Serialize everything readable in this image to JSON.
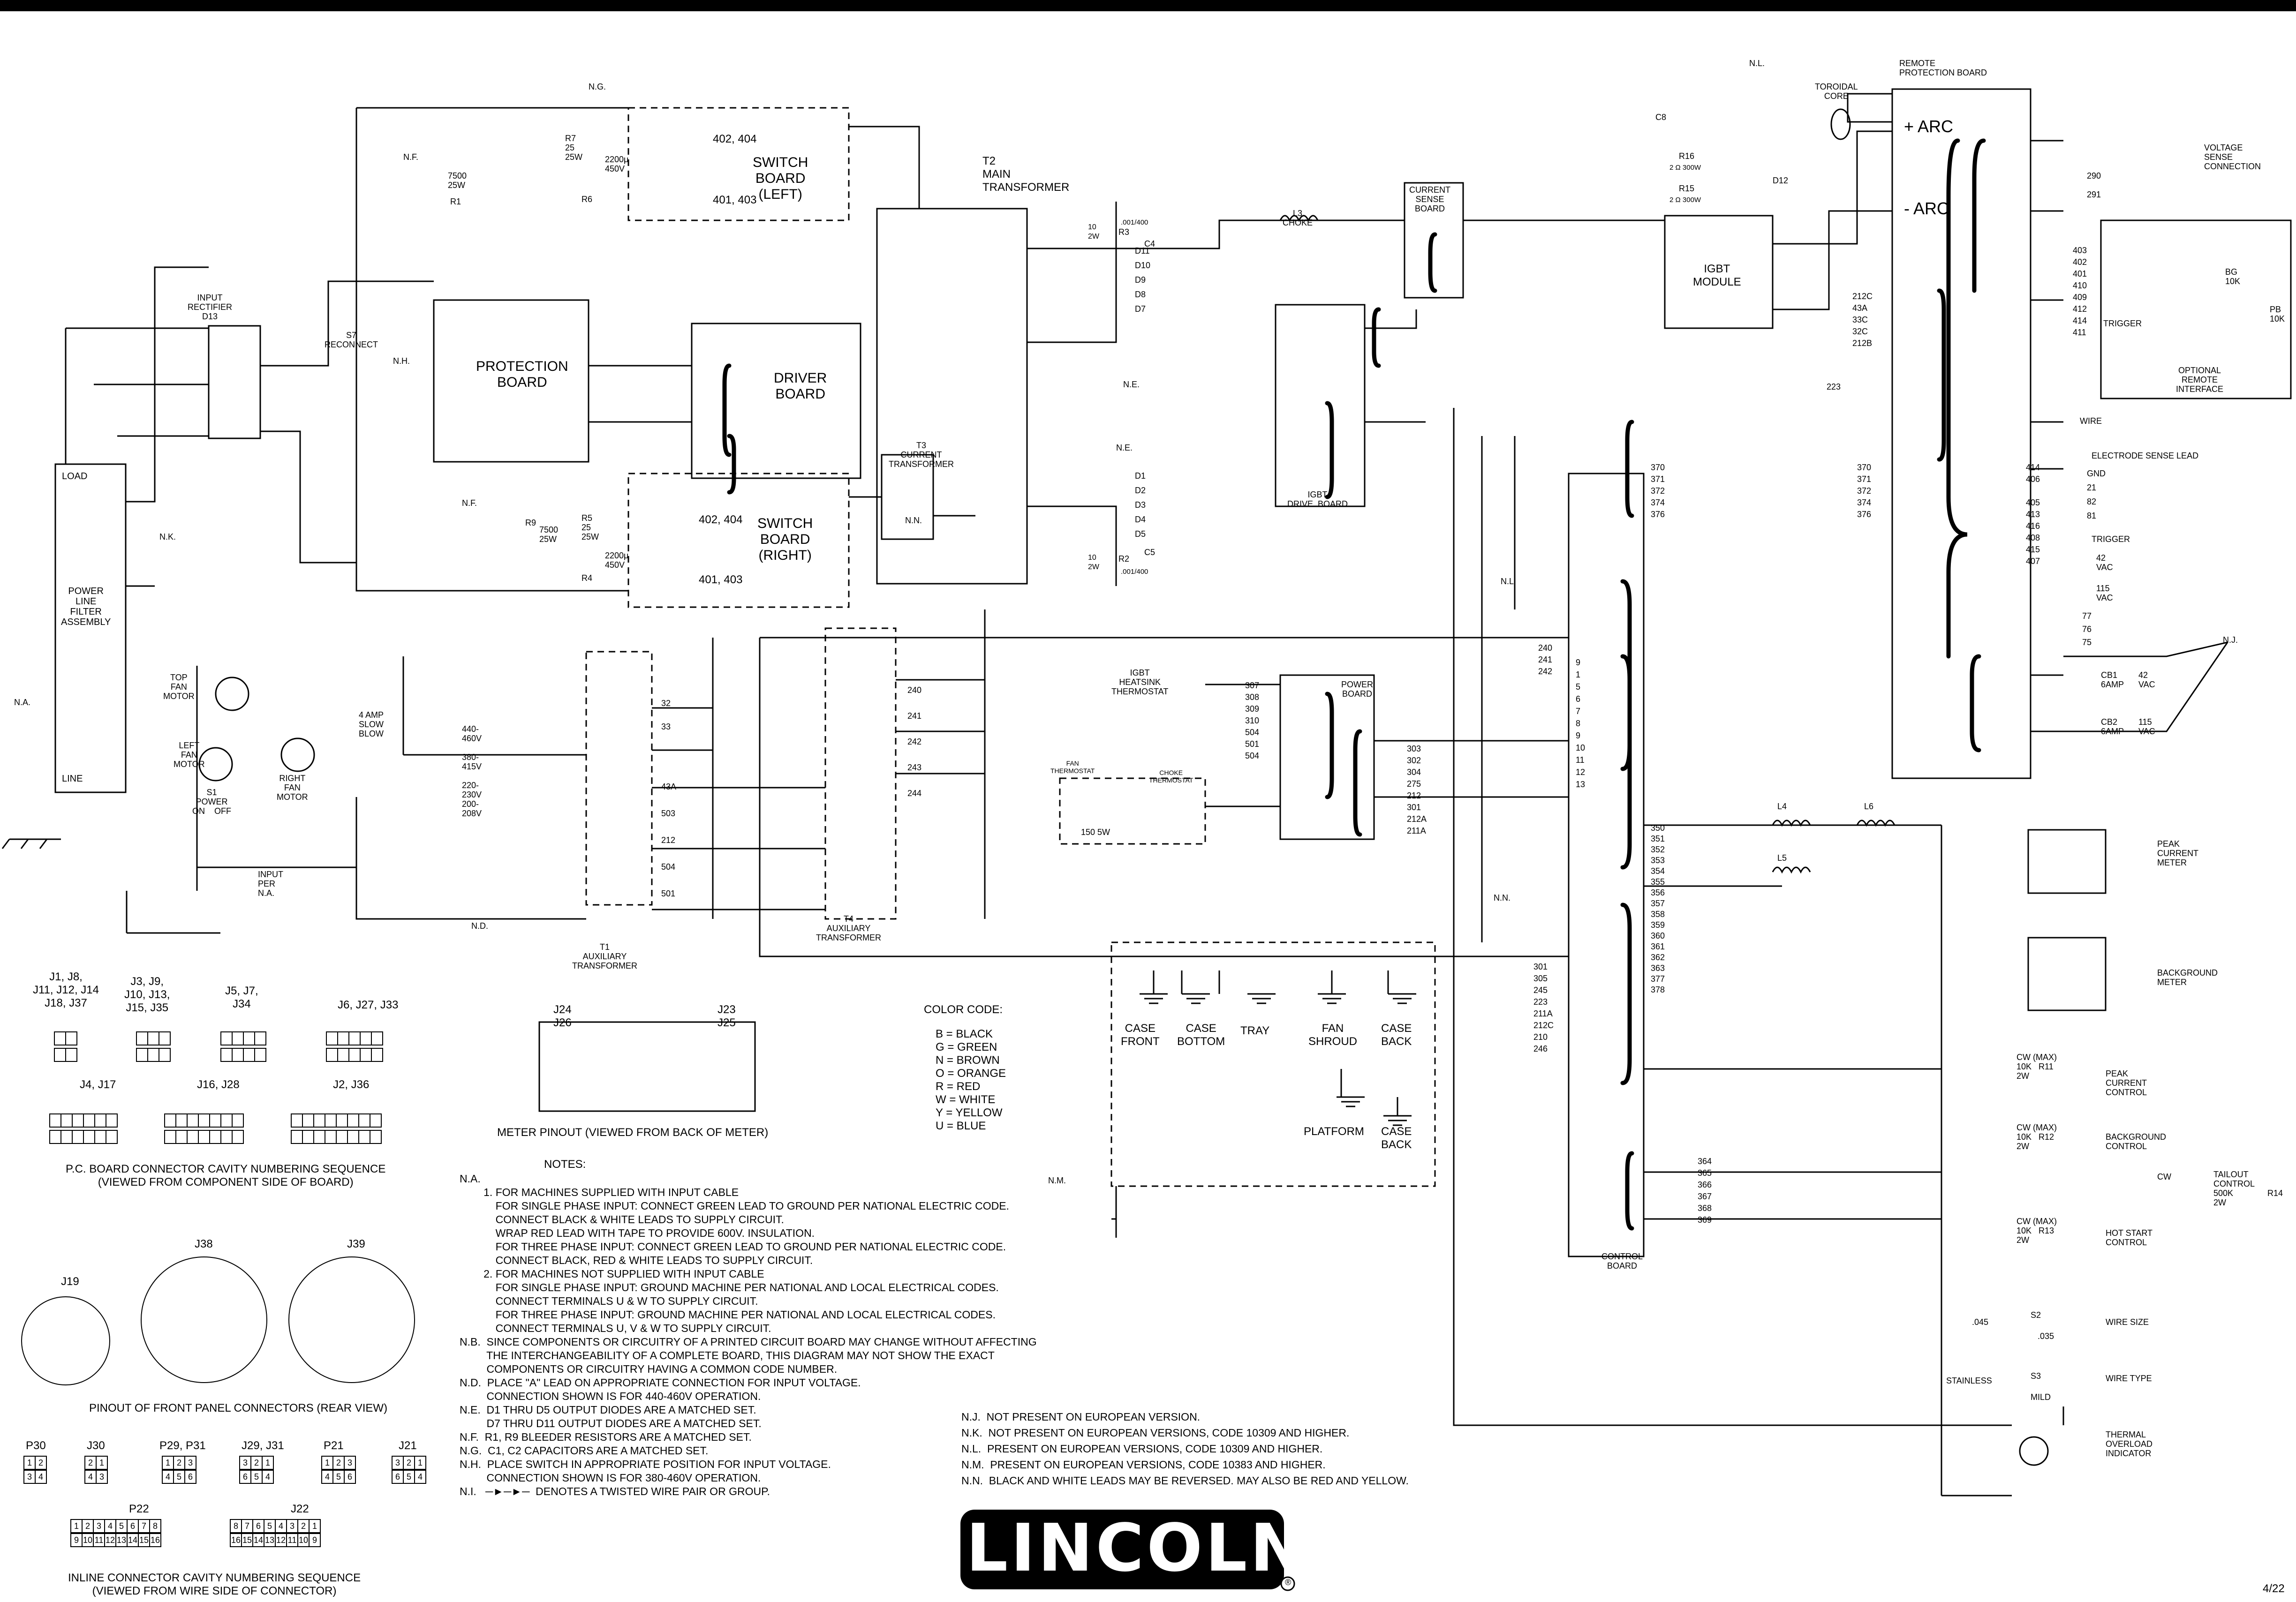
{
  "page": {
    "number": "4/22"
  },
  "brand": {
    "logo_text": "LINCOLN",
    "registered": "®"
  },
  "blocks": {
    "input_rectifier": "INPUT\nRECTIFIER\nD13",
    "power_line_filter": "POWER\nLINE\nFILTER\nASSEMBLY",
    "load": "LOAD",
    "line": "LINE",
    "protection_board": "PROTECTION\nBOARD",
    "switch_board_left": "SWITCH\nBOARD\n(LEFT)",
    "switch_board_right": "SWITCH\nBOARD\n(RIGHT)",
    "driver_board": "DRIVER\nBOARD",
    "t2_main_transformer": "T2\nMAIN\nTRANSFORMER",
    "t3_current_transformer": "T3\nCURRENT\nTRANSFORMER",
    "current_sense_board": "CURRENT\nSENSE\nBOARD",
    "igbt_module": "IGBT\nMODULE",
    "igbt_drive_board": "IGBT\nDRIVE  BOARD",
    "power_board": "POWER\nBOARD",
    "control_board": "CONTROL\nBOARD",
    "remote_protection_board": "REMOTE\nPROTECTION BOARD",
    "toroidal_core": "TOROIDAL\nCORE",
    "t1_aux": "T1\nAUXILIARY\nTRANSFORMER",
    "t4_aux": "T4\nAUXILIARY\nTRANSFORMER",
    "choke": "L3\nCHOKE",
    "top_fan_motor": "TOP\nFAN\nMOTOR",
    "left_fan_motor": "LEFT\nFAN\nMOTOR",
    "right_fan_motor": "RIGHT\nFAN\nMOTOR",
    "s1_power": "S1\nPOWER\nON    OFF",
    "input_per_na": "INPUT\nPER\nN.A.",
    "s7_reconnect": "S7\nRECONNECT",
    "slow_blow": "4 AMP\nSLOW\nBLOW",
    "igbt_heatsink_thermostat": "IGBT\nHEATSINK\nTHERMOSTAT",
    "fan_thermostat": "FAN\nTHERMOSTAT",
    "choke_thermostat": "CHOKE\nTHERMOSTAT",
    "voltage_sense_connection": "VOLTAGE\nSENSE\nCONNECTION",
    "optional_remote_interface": "OPTIONAL\nREMOTE\nINTERFACE",
    "electrode_sense_lead": "ELECTRODE SENSE LEAD",
    "wire": "WIRE",
    "trigger": "TRIGGER",
    "peak_current_meter": "PEAK\nCURRENT\nMETER",
    "background_meter": "BACKGROUND\nMETER",
    "peak_current_control": "PEAK\nCURRENT\nCONTROL",
    "background_control": "BACKGROUND\nCONTROL",
    "tailout_control": "TAILOUT\nCONTROL\n500K\n2W",
    "hot_start_control": "HOT START\nCONTROL",
    "wire_size": "WIRE SIZE",
    "wire_type": "WIRE TYPE",
    "thermal_overload_indicator": "THERMAL\nOVERLOAD\nINDICATOR",
    "plus_arc": "+ ARC",
    "minus_arc": "- ARC",
    "gnd_list": "GND\n21\n82\n81",
    "vac_42": "42\nVAC",
    "vac_115": "115\nVAC",
    "cb1": "CB1\n6AMP",
    "cb2": "CB2\n6AMP",
    "cb1_vac": "42\nVAC",
    "cb2_vac": "115\nVAC"
  },
  "ground_labels": {
    "case_front": "CASE\nFRONT",
    "case_bottom": "CASE\nBOTTOM",
    "tray": "TRAY",
    "fan_shroud": "FAN\nSHROUD",
    "case_back": "CASE\nBACK",
    "platform": "PLATFORM",
    "case_back_2": "CASE\nBACK"
  },
  "color_code": {
    "title": "COLOR CODE:",
    "entries": [
      "B = BLACK",
      "G = GREEN",
      "N = BROWN",
      "O = ORANGE",
      "R = RED",
      "W = WHITE",
      "Y = YELLOW",
      "U = BLUE"
    ]
  },
  "meter_pinout": {
    "j24": "J24\nJ26",
    "j23": "J23\nJ25",
    "caption": "METER PINOUT (VIEWED FROM BACK OF METER)"
  },
  "pcb_connectors": {
    "groups": [
      "J1, J8,\nJ11, J12, J14\nJ18, J37",
      "J3, J9,\nJ10, J13,\nJ15, J35",
      "J5, J7,\nJ34",
      "J6, J27, J33",
      "J4, J17",
      "J16, J28",
      "J2, J36"
    ],
    "caption": "P.C. BOARD CONNECTOR CAVITY NUMBERING SEQUENCE\n(VIEWED FROM COMPONENT SIDE OF BOARD)"
  },
  "front_panel": {
    "j19": "J19",
    "j38": "J38",
    "j39": "J39",
    "caption": "PINOUT OF FRONT PANEL CONNECTORS (REAR VIEW)"
  },
  "inline_connectors": {
    "labels": [
      "P30",
      "J30",
      "P29, P31",
      "J29, J31",
      "P21",
      "J21",
      "P22",
      "J22"
    ],
    "caption": "INLINE CONNECTOR CAVITY NUMBERING SEQUENCE\n(VIEWED FROM WIRE SIDE OF CONNECTOR)"
  },
  "notes": {
    "title": "NOTES:",
    "body": "N.A.\n        1. FOR MACHINES SUPPLIED WITH INPUT CABLE\n            FOR SINGLE PHASE INPUT: CONNECT GREEN LEAD TO GROUND PER NATIONAL ELECTRIC CODE.\n            CONNECT BLACK & WHITE LEADS TO SUPPLY CIRCUIT.\n            WRAP RED LEAD WITH TAPE TO PROVIDE 600V. INSULATION.\n            FOR THREE PHASE INPUT: CONNECT GREEN LEAD TO GROUND PER NATIONAL ELECTRIC CODE.\n            CONNECT BLACK, RED & WHITE LEADS TO SUPPLY CIRCUIT.\n        2. FOR MACHINES NOT SUPPLIED WITH INPUT CABLE\n            FOR SINGLE PHASE INPUT: GROUND MACHINE PER NATIONAL AND LOCAL ELECTRICAL CODES.\n            CONNECT TERMINALS U & W TO SUPPLY CIRCUIT.\n            FOR THREE PHASE INPUT: GROUND MACHINE PER NATIONAL AND LOCAL ELECTRICAL CODES.\n            CONNECT TERMINALS U, V & W TO SUPPLY CIRCUIT.\nN.B.  SINCE COMPONENTS OR CIRCUITRY OF A PRINTED CIRCUIT BOARD MAY CHANGE WITHOUT AFFECTING\n         THE INTERCHANGEABILITY OF A COMPLETE BOARD, THIS DIAGRAM MAY NOT SHOW THE EXACT\n         COMPONENTS OR CIRCUITRY HAVING A COMMON CODE NUMBER.\nN.D.  PLACE \"A\" LEAD ON APPROPRIATE CONNECTION FOR INPUT VOLTAGE.\n         CONNECTION SHOWN IS FOR 440-460V OPERATION.\nN.E.  D1 THRU D5 OUTPUT DIODES ARE A MATCHED SET.\n         D7 THRU D11 OUTPUT DIODES ARE A MATCHED SET.\nN.F.  R1, R9 BLEEDER RESISTORS ARE A MATCHED SET.\nN.G.  C1, C2 CAPACITORS ARE A MATCHED SET.\nN.H.  PLACE SWITCH IN APPROPRIATE POSITION FOR INPUT VOLTAGE.\n         CONNECTION SHOWN IS FOR 380-460V OPERATION.\nN.I.   ─►─►─  DENOTES A TWISTED WIRE PAIR OR GROUP.",
    "extra": "N.J.  NOT PRESENT ON EUROPEAN VERSION.\nN.K.  NOT PRESENT ON EUROPEAN VERSIONS, CODE 10309 AND HIGHER.\nN.L.  PRESENT ON EUROPEAN VERSIONS, CODE 10309 AND HIGHER.\nN.M.  PRESENT ON EUROPEAN VERSIONS, CODE 10383 AND HIGHER.\nN.N.  BLACK AND WHITE LEADS MAY BE REVERSED. MAY ALSO BE RED AND YELLOW."
  },
  "wire_labels": {
    "switch_left_top": "402, 404",
    "switch_left_bot": "401, 403",
    "switch_right_top": "402, 404",
    "switch_right_bot": "401, 403",
    "left_res": "7500\n25W",
    "right_res": "7500\n25W",
    "cap_left": "2200μ\n450V",
    "cap_right": "2200μ\n450V",
    "r7": "R7\n25\n25W",
    "r6": "R6",
    "r5": "R5\n25\n25W",
    "r4": "R4",
    "voltages_t1": "440-\n460V\n\n380-\n415V\n\n220-\n230V\n200-\n208V",
    "control_left": "9\n1\n5\n6\n7\n8\n9\n10\n11\n12\n13",
    "control_right_a": "350\n351\n352\n353\n354\n355\n356\n357\n358\n359\n360\n361\n362\n363\n377\n378",
    "control_right_b": "364\n365\n366\n367\n368\n369",
    "board_303": "303\n302\n304\n275\n212\n301\n212A\n211A",
    "board_307": "307\n308\n309\n310\n504\n501\n504",
    "j2_wires": "370\n371\n372\n374\n376",
    "j12_wires": "240\n241\n242",
    "j30_wires": "32\n33",
    "j31_wires": "43A\n503\n212\n504\n501",
    "j22_wires": "240\n241\n242\n243\n244",
    "j38_wires": "403\n402\n401\n410\n409\n412\n414\n411",
    "n_list": "414\n406\n\n405\n413\n416\n408\n415\n407",
    "j19_wires": "290\n291",
    "e_list": "77\n76\n75",
    "remote_left": "212C\n43A\n33C\n32C\n212B",
    "remote_j33": "223",
    "j1_list": "301\n305\n245\n223\n211A\n212C\n210\n246",
    "l4": "L4",
    "l5": "L5",
    "l6": "L6",
    "s2": "S2",
    "s3": "S3",
    "stainless": "STAINLESS",
    "mild": "MILD",
    "size_045": ".045",
    "size_035": ".035",
    "r11": "CW (MAX)\n10K   R11\n2W",
    "r12": "CW (MAX)\n10K   R12\n2W",
    "r13": "CW (MAX)\n10K   R13\n2W",
    "r14": "R14",
    "bg": "BG\n10K",
    "pb": "PB\n10K",
    "cw": "CW",
    "d12": "D12",
    "r16": "R16",
    "r15": "R15",
    "c8": "C8",
    "ohm300": "2 Ω 300W",
    "ohm300b": "2 Ω 300W",
    "w150": "150 5W",
    "arc_diodes_top": "D11\nD10\nD9\nD8\nD7",
    "arc_diodes_bot": "D1\nD2\nD3\nD4\nD5",
    "r3": "R3",
    "r2": "R2",
    "c4": "C4",
    "c5": "C5",
    "w10_top": "10\n2W",
    "w10_bot": "10\n2W",
    "uf_top": ".001/400",
    "uf_bot": ".001/400",
    "nm": "N.M.",
    "nl": "N.L.",
    "nk": "N.K.",
    "nj": "N.J.",
    "nn": "N.N.",
    "ng": "N.G.",
    "nf": "N.F.",
    "nf2": "N.F.",
    "nh": "N.H.",
    "ne": "N.E.",
    "ne2": "N.E.",
    "nd": "N.D.",
    "na": "N.A.",
    "nn2": "N.N.",
    "nl2": "N.L.",
    "r1": "R1",
    "r9": "R9"
  }
}
